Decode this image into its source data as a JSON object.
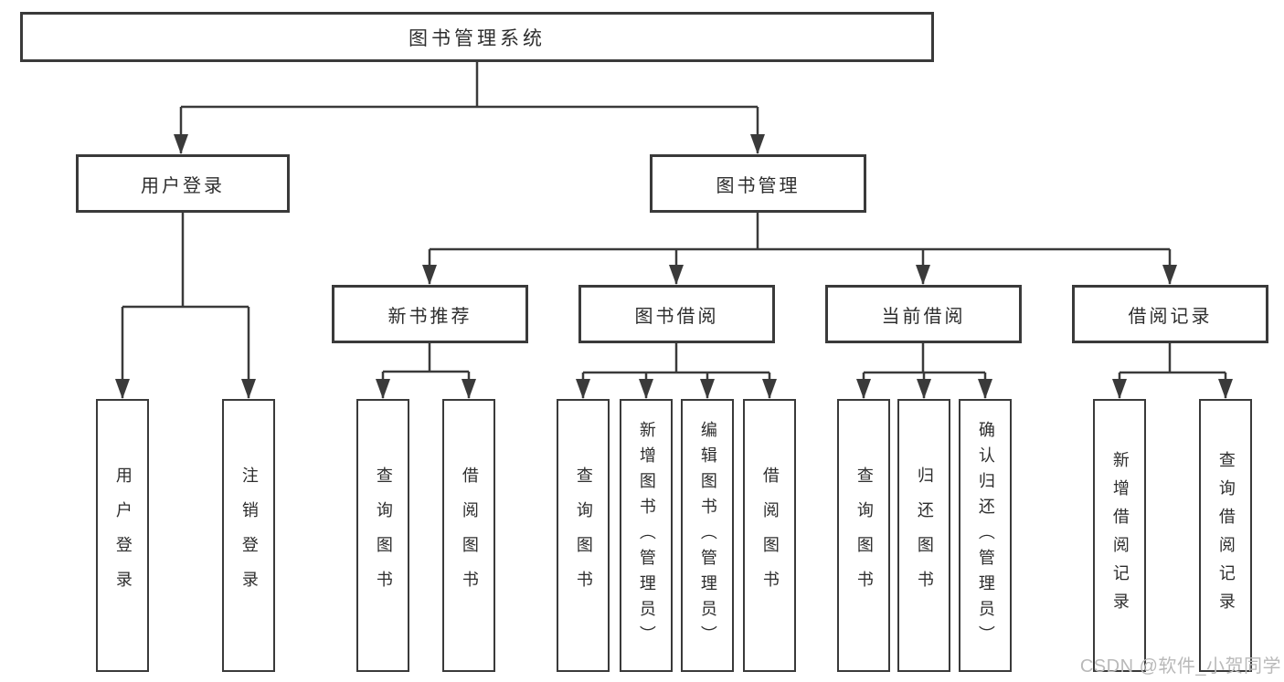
{
  "diagram": {
    "title": "图书管理系统",
    "type": "hierarchy-diagram",
    "colors": {
      "line": "#3a3a3a",
      "text": "#2d2d2d",
      "node_fill": "#ffffff",
      "background": "#ffffff",
      "watermark": "#b9b9b9"
    },
    "nodes": {
      "root": {
        "label": "图书管理系统"
      },
      "user_login": {
        "label": "用户登录"
      },
      "book_management": {
        "label": "图书管理"
      },
      "leaf_user_login": {
        "label": "用户登录"
      },
      "leaf_logout": {
        "label": "注销登录"
      },
      "new_book_rec": {
        "label": "新书推荐"
      },
      "book_borrow": {
        "label": "图书借阅"
      },
      "current_borrow": {
        "label": "当前借阅"
      },
      "borrow_records": {
        "label": "借阅记录"
      },
      "rec_query_books": {
        "label": "查询图书"
      },
      "rec_borrow_books": {
        "label": "借阅图书"
      },
      "bb_query_books": {
        "label": "查询图书"
      },
      "bb_add_books": {
        "label": "新增图书（管理员）"
      },
      "bb_edit_books": {
        "label": "编辑图书（管理员）"
      },
      "bb_borrow_books": {
        "label": "借阅图书"
      },
      "cb_query_books": {
        "label": "查询图书"
      },
      "cb_return_books": {
        "label": "归还图书"
      },
      "cb_confirm_return": {
        "label": "确认归还（管理员）"
      },
      "br_add_record": {
        "label": "新增借阅记录"
      },
      "br_query_record": {
        "label": "查询借阅记录"
      }
    },
    "hierarchy": {
      "图书管理系统": [
        "用户登录",
        "图书管理"
      ],
      "用户登录": [
        "用户登录",
        "注销登录"
      ],
      "图书管理": [
        "新书推荐",
        "图书借阅",
        "当前借阅",
        "借阅记录"
      ],
      "新书推荐": [
        "查询图书",
        "借阅图书"
      ],
      "图书借阅": [
        "查询图书",
        "新增图书（管理员）",
        "编辑图书（管理员）",
        "借阅图书"
      ],
      "当前借阅": [
        "查询图书",
        "归还图书",
        "确认归还（管理员）"
      ],
      "借阅记录": [
        "新增借阅记录",
        "查询借阅记录"
      ]
    },
    "watermark": "CSDN @软件_小贺同学"
  }
}
